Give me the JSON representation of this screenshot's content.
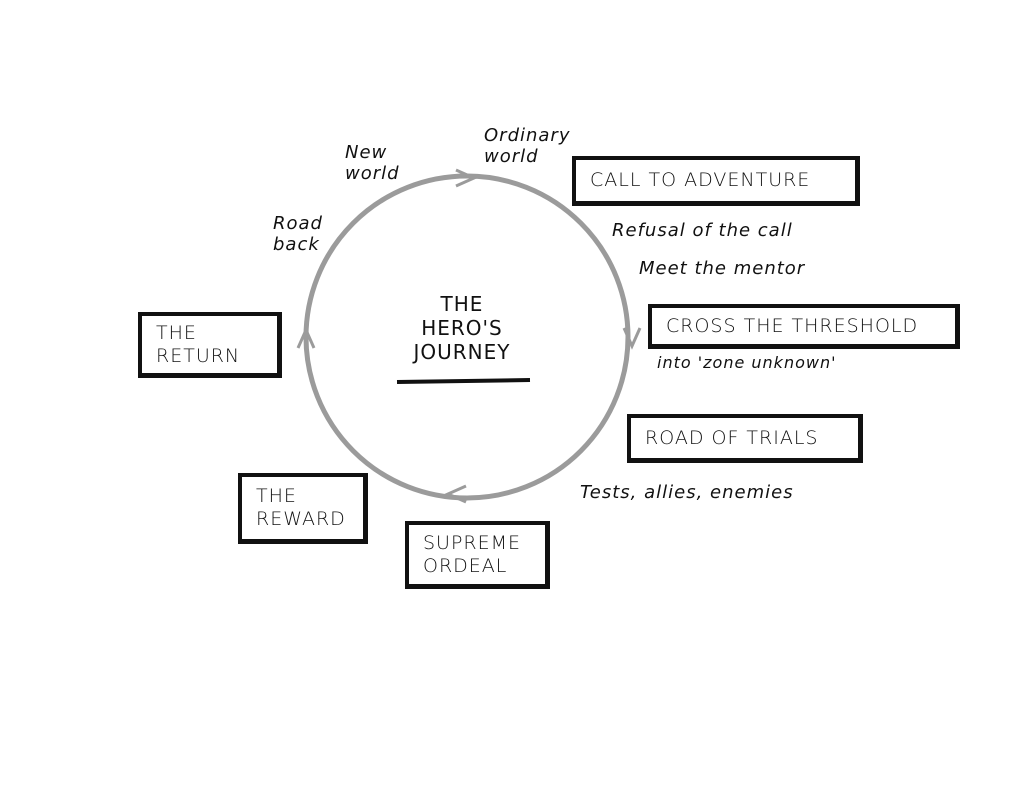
{
  "title": {
    "line1": "THE",
    "line2": "HERO'S",
    "line3": "JOURNEY"
  },
  "stages": {
    "call_to_adventure": "CALL TO ADVENTURE",
    "cross_threshold": "CROSS THE THRESHOLD",
    "road_of_trials": "ROAD OF TRIALS",
    "supreme_ordeal": {
      "line1": "SUPREME",
      "line2": "ORDEAL"
    },
    "reward": {
      "line1": "THE",
      "line2": "REWARD"
    },
    "return": {
      "line1": "THE",
      "line2": "RETURN"
    }
  },
  "notes": {
    "ordinary_world": {
      "line1": "Ordinary",
      "line2": "world"
    },
    "new_world": {
      "line1": "New",
      "line2": "world"
    },
    "road_back": {
      "line1": "Road",
      "line2": "back"
    },
    "refusal": "Refusal of the call",
    "mentor": "Meet the mentor",
    "zone_unknown": "into 'zone unknown'",
    "tests": "Tests, allies, enemies"
  },
  "colors": {
    "circle": "#9b9b9b",
    "ink": "#111111"
  }
}
